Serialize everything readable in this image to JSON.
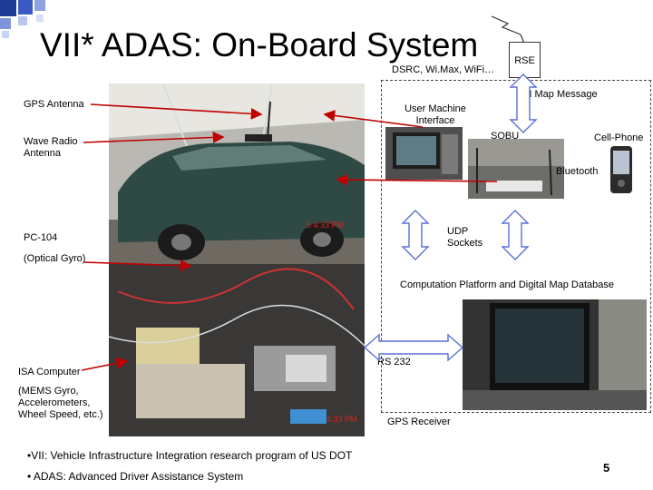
{
  "slide": {
    "title": "VII* ADAS: On-Board System",
    "page_number": "5"
  },
  "labels": {
    "dsrc": "DSRC, Wi.Max, WiFi…",
    "rse": "RSE",
    "vii_map": "VII Map Message",
    "gps_antenna": "GPS Antenna",
    "umi": "User Machine Interface",
    "sobu": "SOBU",
    "cell_phone": "Cell-Phone",
    "wave_radio": "Wave Radio Antenna",
    "bluetooth": "Bluetooth",
    "udp": "UDP Sockets",
    "pc104": "PC-104",
    "optical_gyro": "(Optical Gyro)",
    "computation": "Computation Platform and Digital Map Database",
    "rs232": "RS 232",
    "isa": "ISA Computer",
    "mems": "(MEMS Gyro, Accelerometers, Wheel Speed, etc.)",
    "gps_receiver": "GPS Receiver",
    "photo_stamp_car": "5 4:33 PM",
    "photo_stamp_pc": "4:33 PM"
  },
  "footnotes": [
    "•VII: Vehicle Infrastructure Integration research program of US DOT",
    "• ADAS: Advanced Driver Assistance System"
  ],
  "colors": {
    "arrow_red": "#c00000",
    "arrow_blue_fill": "#ffffff",
    "arrow_blue_stroke": "#5b6fd6",
    "decor_blue": "#1f3a93"
  }
}
